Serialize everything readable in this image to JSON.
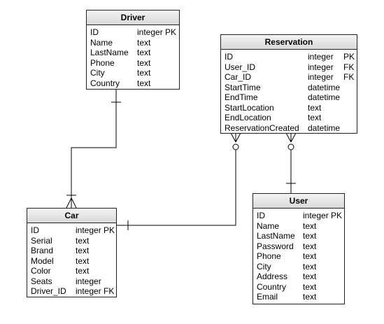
{
  "entities": {
    "driver": {
      "title": "Driver",
      "rows": [
        {
          "name": "ID",
          "type": "integer PK"
        },
        {
          "name": "Name",
          "type": "text"
        },
        {
          "name": "LastName",
          "type": "text"
        },
        {
          "name": "Phone",
          "type": "text"
        },
        {
          "name": "City",
          "type": "text"
        },
        {
          "name": "Country",
          "type": "text"
        }
      ]
    },
    "reservation": {
      "title": "Reservation",
      "rows": [
        {
          "name": "ID",
          "type": "integer",
          "key": "PK"
        },
        {
          "name": "User_ID",
          "type": "integer",
          "key": "FK"
        },
        {
          "name": "Car_ID",
          "type": "integer",
          "key": "FK"
        },
        {
          "name": "StartTime",
          "type": "datetime",
          "key": ""
        },
        {
          "name": "EndTime",
          "type": "datetime",
          "key": ""
        },
        {
          "name": "StartLocation",
          "type": "text",
          "key": ""
        },
        {
          "name": "EndLocation",
          "type": "text",
          "key": ""
        },
        {
          "name": "ReservationCreated",
          "type": "datetime",
          "key": ""
        }
      ]
    },
    "car": {
      "title": "Car",
      "rows": [
        {
          "name": "ID",
          "type": "integer PK"
        },
        {
          "name": "Serial",
          "type": "text"
        },
        {
          "name": "Brand",
          "type": "text"
        },
        {
          "name": "Model",
          "type": "text"
        },
        {
          "name": "Color",
          "type": "text"
        },
        {
          "name": "Seats",
          "type": "integer"
        },
        {
          "name": "Driver_ID",
          "type": "integer FK"
        }
      ]
    },
    "user": {
      "title": "User",
      "rows": [
        {
          "name": "ID",
          "type": "integer PK"
        },
        {
          "name": "Name",
          "type": "text"
        },
        {
          "name": "LastName",
          "type": "text"
        },
        {
          "name": "Password",
          "type": "text"
        },
        {
          "name": "Phone",
          "type": "text"
        },
        {
          "name": "City",
          "type": "text"
        },
        {
          "name": "Address",
          "type": "text"
        },
        {
          "name": "Country",
          "type": "text"
        },
        {
          "name": "Email",
          "type": "text"
        }
      ]
    }
  },
  "relationships": [
    {
      "from": "Driver",
      "to": "Car",
      "from_cardinality": "one",
      "to_cardinality": "many"
    },
    {
      "from": "Car",
      "to": "Reservation",
      "from_cardinality": "one",
      "to_cardinality": "zero-or-many"
    },
    {
      "from": "User",
      "to": "Reservation",
      "from_cardinality": "one",
      "to_cardinality": "zero-or-many"
    }
  ],
  "colors": {
    "line": "#000000",
    "border": "#222222",
    "header_top": "#f4f4f4",
    "header_bottom": "#d9d9d9"
  }
}
